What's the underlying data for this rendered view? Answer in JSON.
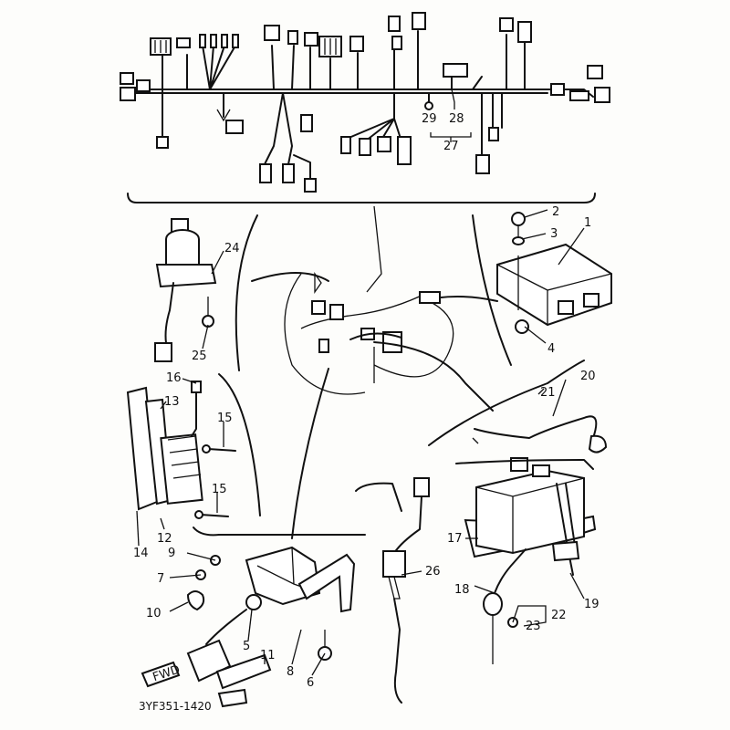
{
  "diagram": {
    "catalog_code": "3YF351-1420",
    "fwd_label": "FWD",
    "callouts": [
      {
        "id": "c1",
        "text": "1"
      },
      {
        "id": "c2",
        "text": "2"
      },
      {
        "id": "c3",
        "text": "3"
      },
      {
        "id": "c4",
        "text": "4"
      },
      {
        "id": "c5",
        "text": "5"
      },
      {
        "id": "c6",
        "text": "6"
      },
      {
        "id": "c7",
        "text": "7"
      },
      {
        "id": "c8",
        "text": "8"
      },
      {
        "id": "c9",
        "text": "9"
      },
      {
        "id": "c10",
        "text": "10"
      },
      {
        "id": "c11",
        "text": "11"
      },
      {
        "id": "c12",
        "text": "12"
      },
      {
        "id": "c13",
        "text": "13"
      },
      {
        "id": "c14",
        "text": "14"
      },
      {
        "id": "c15a",
        "text": "15"
      },
      {
        "id": "c15b",
        "text": "15"
      },
      {
        "id": "c16",
        "text": "16"
      },
      {
        "id": "c17",
        "text": "17"
      },
      {
        "id": "c18",
        "text": "18"
      },
      {
        "id": "c19",
        "text": "19"
      },
      {
        "id": "c20",
        "text": "20"
      },
      {
        "id": "c21",
        "text": "21"
      },
      {
        "id": "c22",
        "text": "22"
      },
      {
        "id": "c23",
        "text": "23"
      },
      {
        "id": "c24",
        "text": "24"
      },
      {
        "id": "c25",
        "text": "25"
      },
      {
        "id": "c26",
        "text": "26"
      },
      {
        "id": "c27",
        "text": "27"
      },
      {
        "id": "c28",
        "text": "28"
      },
      {
        "id": "c29",
        "text": "29"
      }
    ]
  }
}
